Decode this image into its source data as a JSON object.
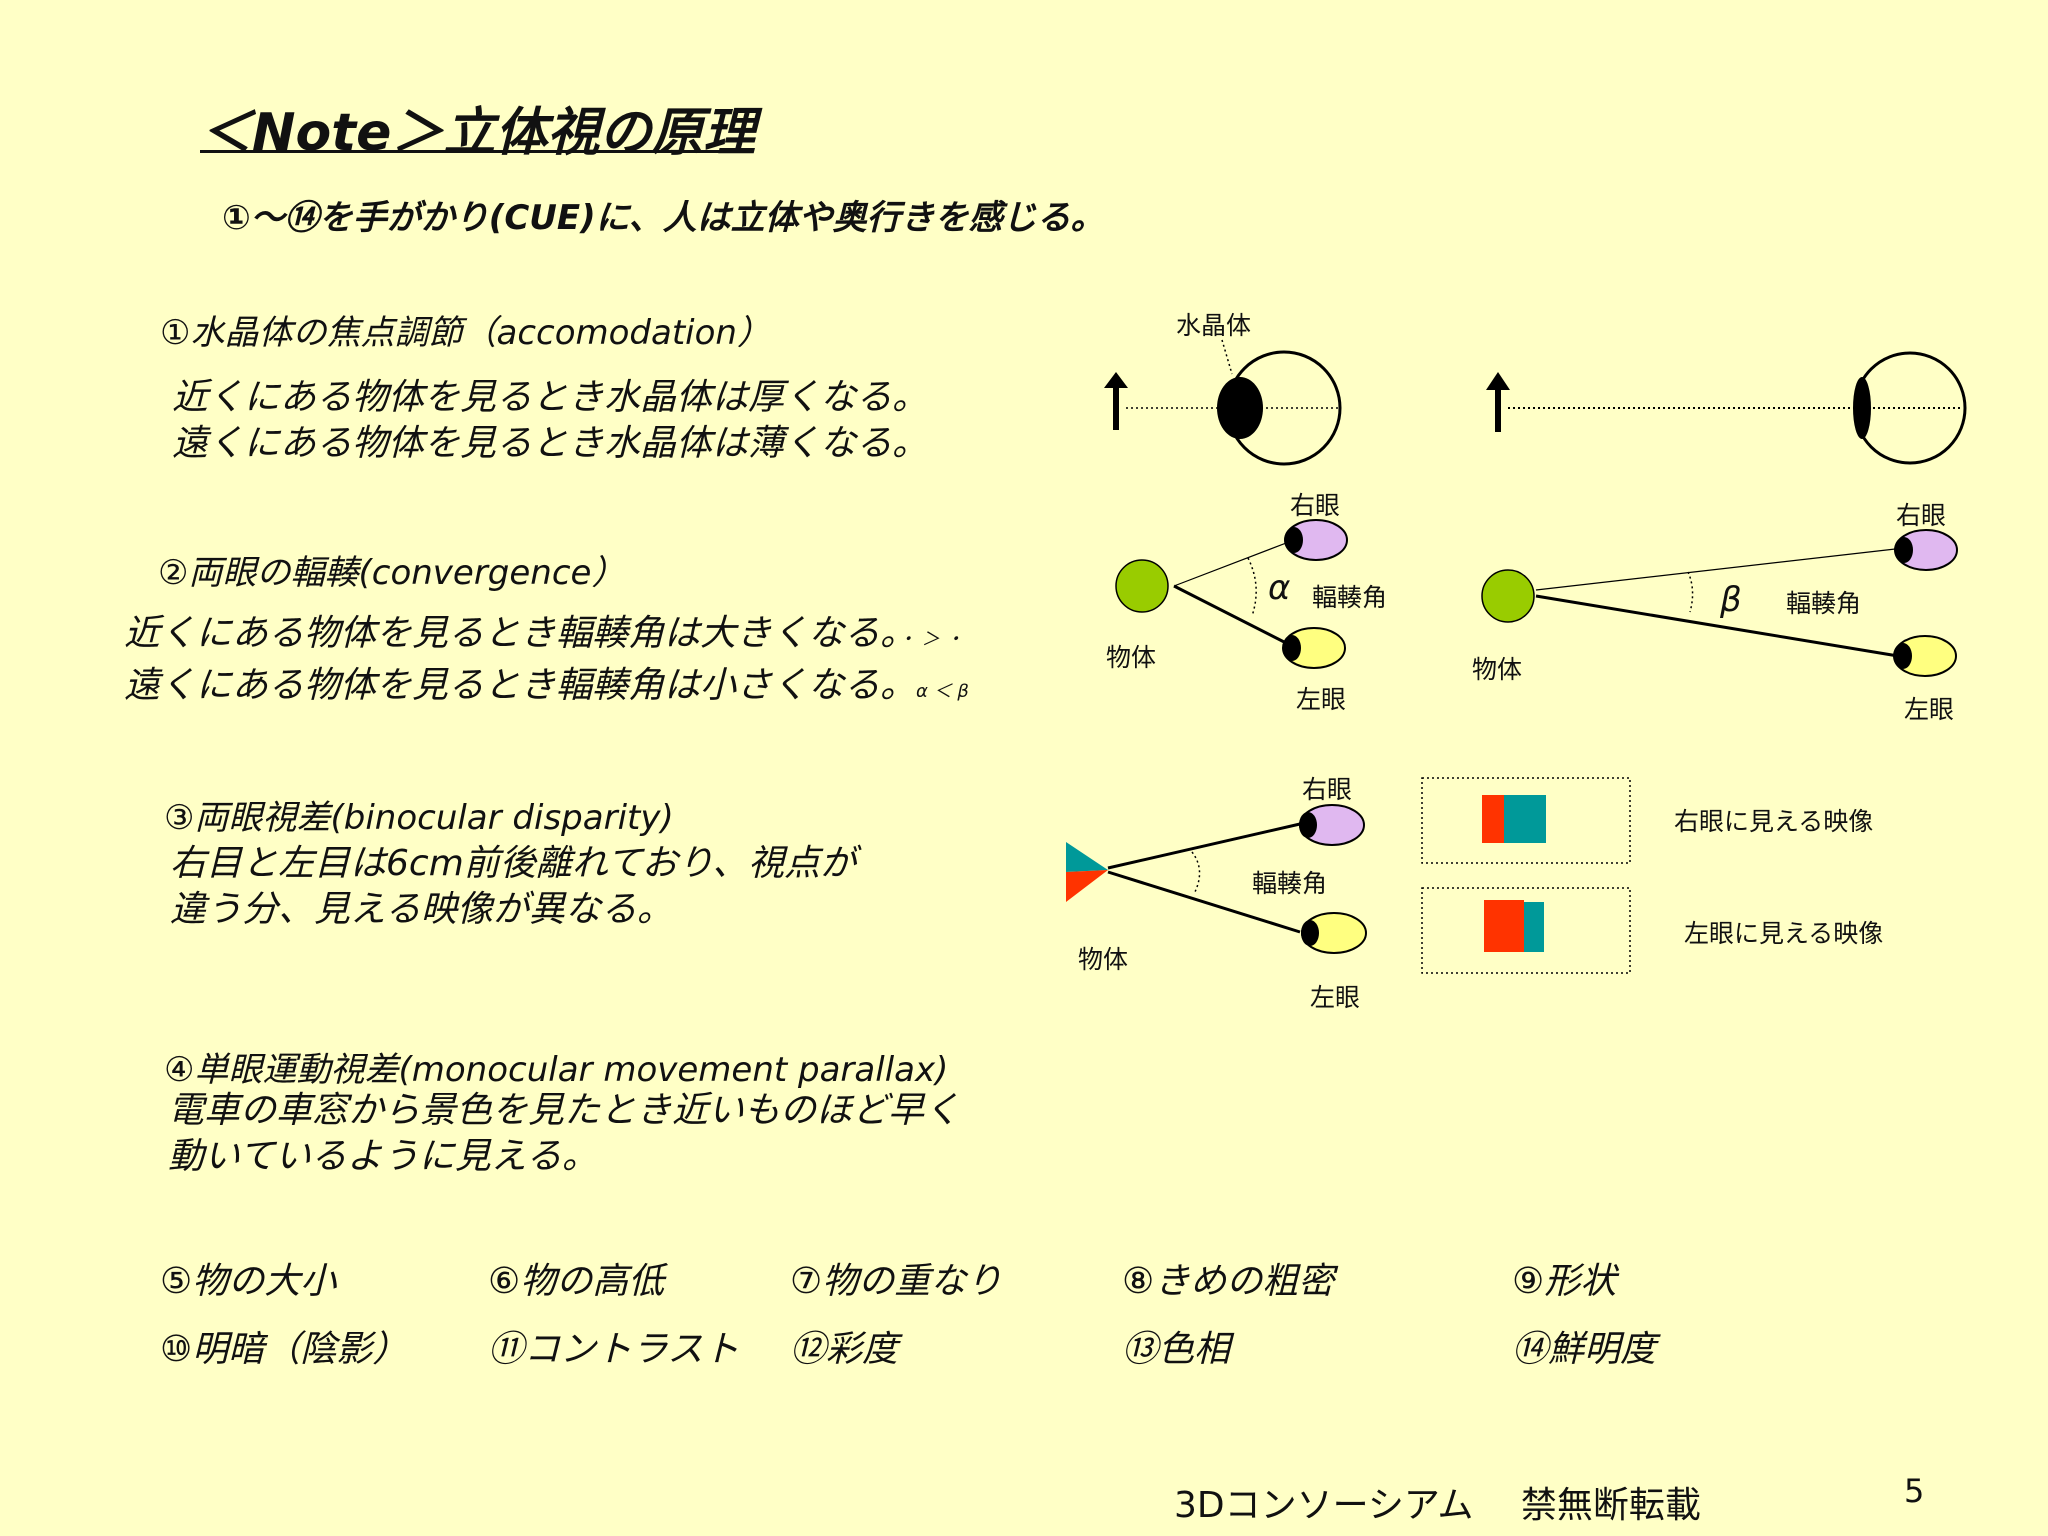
{
  "title": "＜Note＞立体視の原理",
  "subtitle": "①～⑭を手がかり(CUE)に、人は立体や奥行きを感じる。",
  "sections": [
    {
      "heading": "①水晶体の焦点調節（accomodation）",
      "lines": [
        "近くにある物体を見るとき水晶体は厚くなる。",
        "遠くにある物体を見るとき水晶体は薄くなる。"
      ]
    },
    {
      "heading": "②両眼の輻輳(convergence）",
      "lines": [
        "近くにある物体を見るとき輻輳角は大きくなる。",
        "遠くにある物体を見るとき輻輳角は小さくなる。"
      ],
      "note1": "・ ＞ ・",
      "note2": "α ＜ β"
    },
    {
      "heading": "③両眼視差(binocular disparity)",
      "lines": [
        "右目と左目は6cm前後離れており、視点が",
        "違う分、見える映像が異なる。"
      ]
    },
    {
      "heading": "④単眼運動視差(monocular movement parallax)",
      "lines": [
        "電車の車窓から景色を見たとき近いものほど早く",
        "動いているように見える。"
      ]
    }
  ],
  "cues_row1": [
    "⑤物の大小",
    "⑥物の高低",
    "⑦物の重なり",
    "⑧きめの粗密",
    "⑨形状"
  ],
  "cues_row2": [
    "⑩明暗（陰影）",
    "⑪コントラスト",
    "⑫彩度",
    "⑬色相",
    "⑭鮮明度"
  ],
  "diagram": {
    "lens_label": "水晶体",
    "right_eye": "右眼",
    "left_eye": "左眼",
    "object": "物体",
    "angle_label": "輻輳角",
    "alpha": "α",
    "beta": "β",
    "right_view": "右眼に見える映像",
    "left_view": "左眼に見える映像"
  },
  "colors": {
    "background": "#FFFFC6",
    "object_green": "#99CC00",
    "right_eye_fill": "#E0B8F0",
    "left_eye_fill": "#FFFF80",
    "red": "#FF3300",
    "teal": "#009999"
  },
  "footer": {
    "org": "3Dコンソーシアム　 禁無断転載",
    "page": "5"
  }
}
